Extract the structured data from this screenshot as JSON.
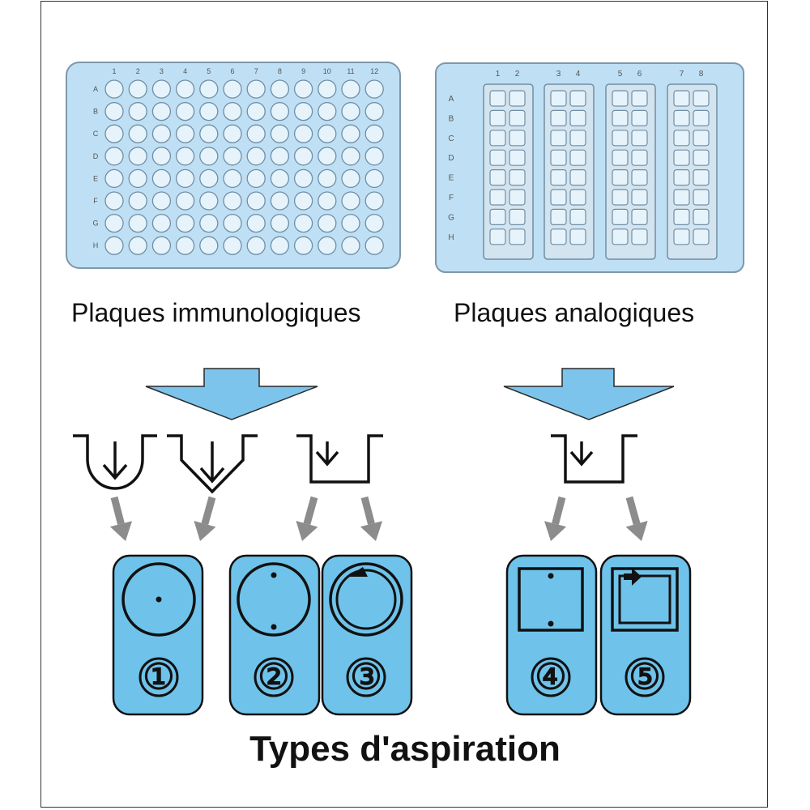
{
  "captions": {
    "immuno": "Plaques immunologiques",
    "analog": "Plaques analogiques"
  },
  "title": "Types d'aspiration",
  "immuno_plate": {
    "columns": [
      "1",
      "2",
      "3",
      "4",
      "5",
      "6",
      "7",
      "8",
      "9",
      "10",
      "11",
      "12"
    ],
    "rows": [
      "A",
      "B",
      "C",
      "D",
      "E",
      "F",
      "G",
      "H"
    ]
  },
  "analog_plate": {
    "column_groups": [
      [
        "1",
        "2"
      ],
      [
        "3",
        "4"
      ],
      [
        "5",
        "6"
      ],
      [
        "7",
        "8"
      ]
    ],
    "rows": [
      "A",
      "B",
      "C",
      "D",
      "E",
      "F",
      "G",
      "H"
    ]
  },
  "aspiration_types": [
    "①",
    "②",
    "③",
    "④",
    "⑤"
  ],
  "colors": {
    "plate_fill": "#bfe0f4",
    "plate_border": "#7e97aa",
    "well_fill": "#e6f3fb",
    "well_border": "#6f8ea6",
    "arrow_blue": "#7cc4ec",
    "card_blue": "#6fc3ea",
    "grey_arrow": "#8c8c8c",
    "ink": "#111111"
  }
}
